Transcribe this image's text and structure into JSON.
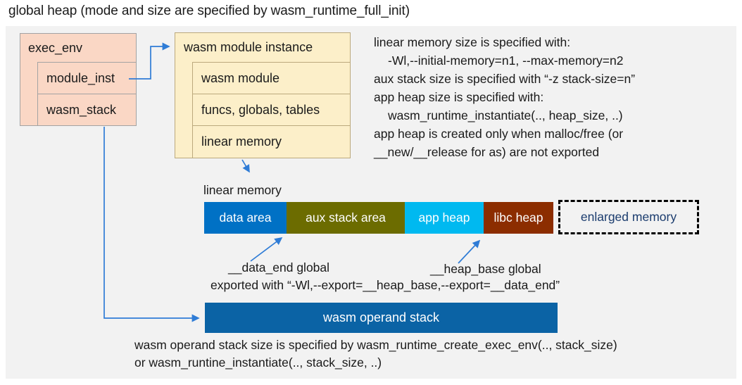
{
  "title": "global heap (mode and size are specified by wasm_runtime_full_init)",
  "exec_env": {
    "label": "exec_env",
    "children": [
      "module_inst",
      "wasm_stack"
    ]
  },
  "module_instance": {
    "label": "wasm module instance",
    "children": [
      "wasm module",
      "funcs, globals, tables",
      "linear memory"
    ]
  },
  "notes_right": {
    "lines": [
      "linear memory size is specified with:",
      "-Wl,--initial-memory=n1, --max-memory=n2",
      "aux stack size is specified with “-z stack-size=n”",
      "app heap size is specified with:",
      "wasm_runtime_instantiate(.., heap_size, ..)",
      "app heap is created only when malloc/free (or",
      "__new/__release for as) are not exported"
    ]
  },
  "linear_memory": {
    "label": "linear memory",
    "segments": [
      {
        "label": "data area"
      },
      {
        "label": "aux stack area"
      },
      {
        "label": "app heap"
      },
      {
        "label": "libc heap"
      },
      {
        "label": "enlarged memory"
      }
    ],
    "annotations": {
      "data_end": "__data_end global",
      "heap_base": "__heap_base global",
      "exported": "exported with “-Wl,--export=__heap_base,--export=__data_end”"
    }
  },
  "operand_stack": {
    "label": "wasm operand stack",
    "note_line1": "wasm operand stack size is specified by wasm_runtime_create_exec_env(.., stack_size)",
    "note_line2": "or wasm_runtine_instantiate(.., stack_size, ..)"
  },
  "colors": {
    "box_pink": "#FAD7C5",
    "box_cream": "#FCEFC9",
    "data_area": "#0071C5",
    "aux_stack": "#6C6C00",
    "app_heap": "#00B9F0",
    "libc_heap": "#8C2D00",
    "operand_stack": "#0B63A5",
    "enlarged_text": "#1B3C6E",
    "arrow": "#2F7CD6"
  }
}
